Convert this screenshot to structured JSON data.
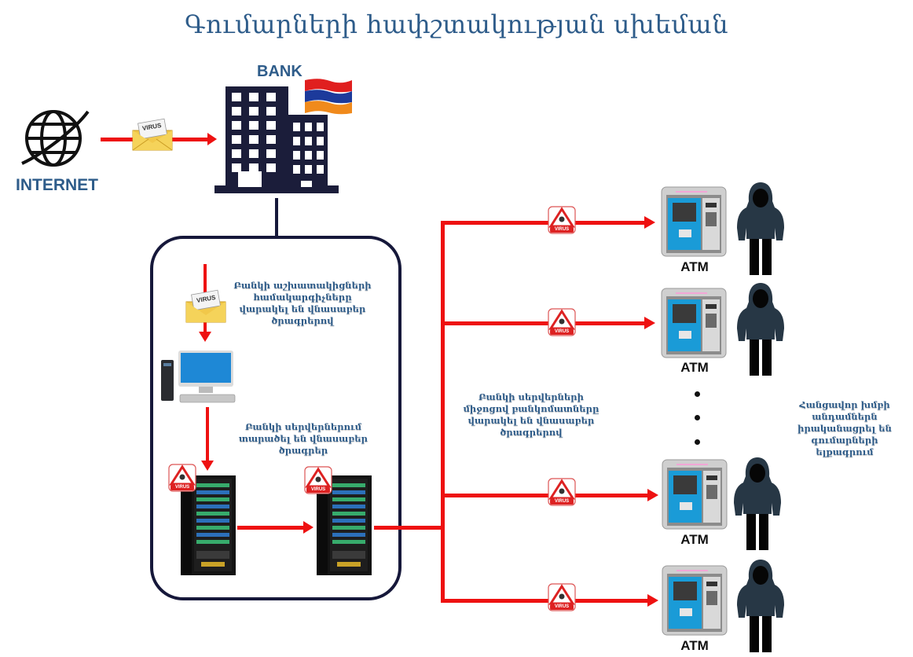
{
  "title": "Գումարների հափշտակության սխեման",
  "internet": {
    "label": "INTERNET",
    "icon": "globe-icon"
  },
  "bank": {
    "label": "BANK",
    "icon": "bank-building-icon",
    "flag": "armenian-flag-icon"
  },
  "email": {
    "badge_text": "VIRUS"
  },
  "virus_badge": {
    "text": "VIRUS"
  },
  "notes": {
    "employees": "Բանկի աշխատակիցների համակարգիչները վարակել են վնասաբեր ծրագրերով",
    "servers": "Բանկի սերվերներում տարածել են վնասաբեր ծրագրեր",
    "atms": "Բանկի սերվերների միջոցով բանկոմատները վարակել են վնասաբեր ծրագրերով",
    "criminals": "Հանցավոր խմբի անդամներն իրականացրել են գումարների ելքագրում"
  },
  "atms": [
    {
      "label": "ATM"
    },
    {
      "label": "ATM"
    },
    {
      "label": "ATM"
    },
    {
      "label": "ATM"
    }
  ],
  "colors": {
    "arrow": "#ee1111",
    "title": "#2e5c8a",
    "building": "#1b1d3a",
    "box_border": "#16183a"
  }
}
